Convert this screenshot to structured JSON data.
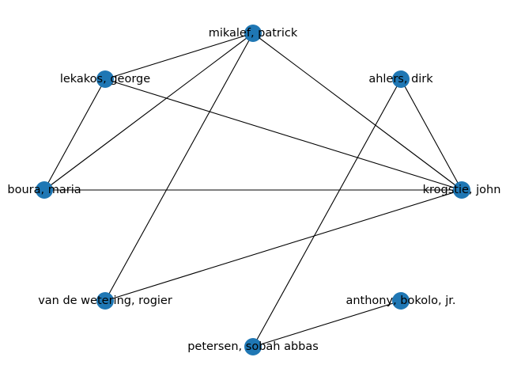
{
  "graph": {
    "node_color": "#1f77b4",
    "edge_color": "#000000",
    "nodes": [
      {
        "id": "mikalef",
        "label": "mikalef, patrick"
      },
      {
        "id": "lekakos",
        "label": "lekakos, george"
      },
      {
        "id": "ahlers",
        "label": "ahlers, dirk"
      },
      {
        "id": "boura",
        "label": "boura, maria"
      },
      {
        "id": "krogstie",
        "label": "krogstie, john"
      },
      {
        "id": "vandewetering",
        "label": "van de wetering, rogier"
      },
      {
        "id": "anthony",
        "label": "anthony, bokolo, jr."
      },
      {
        "id": "petersen",
        "label": "petersen, sobah abbas"
      }
    ],
    "edges": [
      [
        "mikalef",
        "lekakos"
      ],
      [
        "mikalef",
        "boura"
      ],
      [
        "mikalef",
        "krogstie"
      ],
      [
        "mikalef",
        "vandewetering"
      ],
      [
        "lekakos",
        "boura"
      ],
      [
        "lekakos",
        "krogstie"
      ],
      [
        "boura",
        "krogstie"
      ],
      [
        "ahlers",
        "krogstie"
      ],
      [
        "ahlers",
        "petersen"
      ],
      [
        "krogstie",
        "vandewetering"
      ],
      [
        "petersen",
        "anthony"
      ]
    ]
  }
}
